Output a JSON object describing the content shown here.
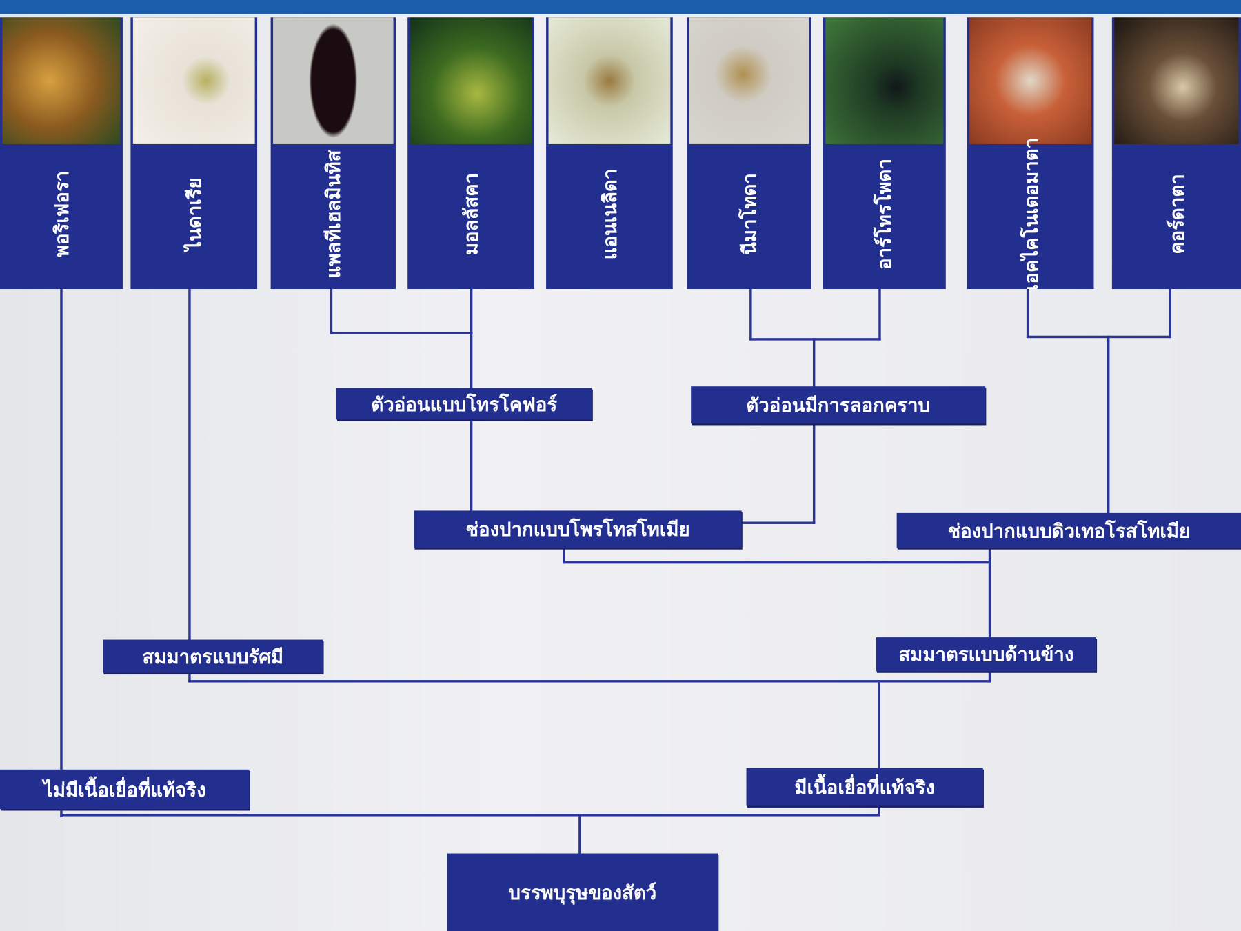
{
  "colors": {
    "box": "#232f8e",
    "line": "#2a3596",
    "top_bar": "#1b5cab"
  },
  "phyla": [
    {
      "label": "พอริเฟอรา",
      "photo": "sponge"
    },
    {
      "label": "ไนดาเรีย",
      "photo": "hydra"
    },
    {
      "label": "แพลทีเฮลมินทิส",
      "photo": "flatworm"
    },
    {
      "label": "มอลลัสคา",
      "photo": "sea-slug"
    },
    {
      "label": "แอนเนลิดา",
      "photo": "segmented-worm"
    },
    {
      "label": "นีมาโทดา",
      "photo": "roundworm"
    },
    {
      "label": "อาร์โทรโพดา",
      "photo": "beetle"
    },
    {
      "label": "เอคไคโนเดอมาตา",
      "photo": "starfish"
    },
    {
      "label": "คอร์ดาตา",
      "photo": "squirrel"
    }
  ],
  "nodes": {
    "trochophore": "ตัวอ่อนแบบโทรโคฟอร์",
    "molting": "ตัวอ่อนมีการลอกคราบ",
    "protostomia": "ช่องปากแบบโพรโทสโทเมีย",
    "deuterostomia": "ช่องปากแบบดิวเทอโรสโทเมีย",
    "radial": "สมมาตรแบบรัศมี",
    "bilateral": "สมมาตรแบบด้านข้าง",
    "no_true_tissue": "ไม่มีเนื้อเยื่อที่แท้จริง",
    "true_tissue": "มีเนื้อเยื่อที่แท้จริง",
    "ancestor": "บรรพบุรุษของสัตว์"
  }
}
